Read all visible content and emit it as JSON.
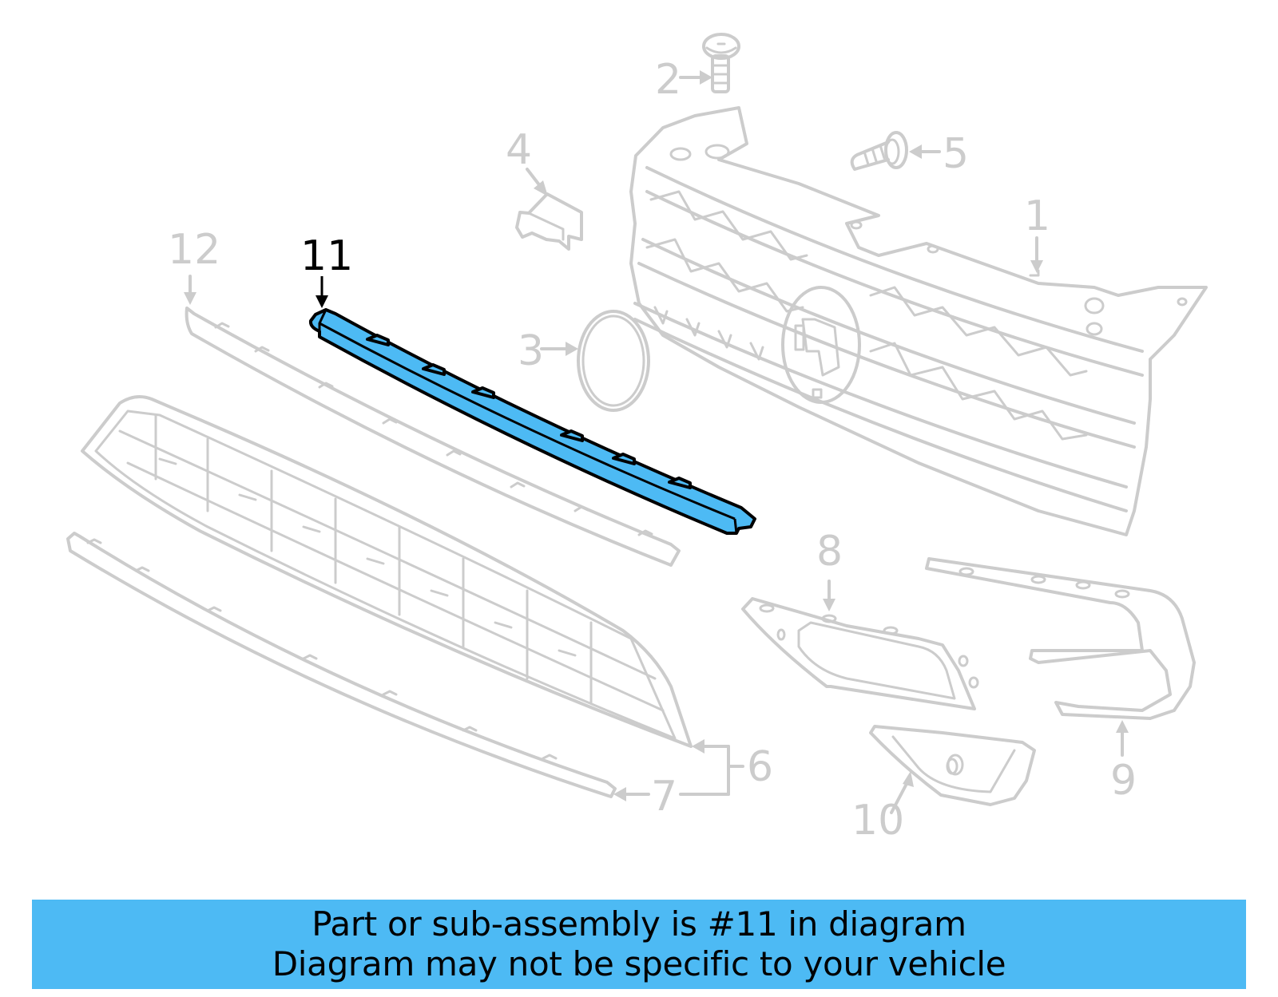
{
  "diagram": {
    "highlight_color": "#4dbaf4",
    "ghost_color": "#cccccc",
    "callouts": [
      {
        "id": "1",
        "label": "1",
        "part": "upper-grille"
      },
      {
        "id": "2",
        "label": "2",
        "part": "screw"
      },
      {
        "id": "3",
        "label": "3",
        "part": "emblem-ring"
      },
      {
        "id": "4",
        "label": "4",
        "part": "clip-bracket"
      },
      {
        "id": "5",
        "label": "5",
        "part": "bolt"
      },
      {
        "id": "6",
        "label": "6",
        "part": "lower-grille"
      },
      {
        "id": "7",
        "label": "7",
        "part": "lower-molding"
      },
      {
        "id": "8",
        "label": "8",
        "part": "fog-lamp-bezel-left"
      },
      {
        "id": "9",
        "label": "9",
        "part": "side-trim-right"
      },
      {
        "id": "10",
        "label": "10",
        "part": "fog-lamp-bezel-right"
      },
      {
        "id": "11",
        "label": "11",
        "part": "grille-molding-strip",
        "highlighted": true
      },
      {
        "id": "12",
        "label": "12",
        "part": "upper-lower-molding"
      }
    ]
  },
  "banner": {
    "line1": "Part or sub-assembly is #11 in diagram",
    "line2": "Diagram may not be specific to your vehicle",
    "background": "#4dbaf4"
  }
}
